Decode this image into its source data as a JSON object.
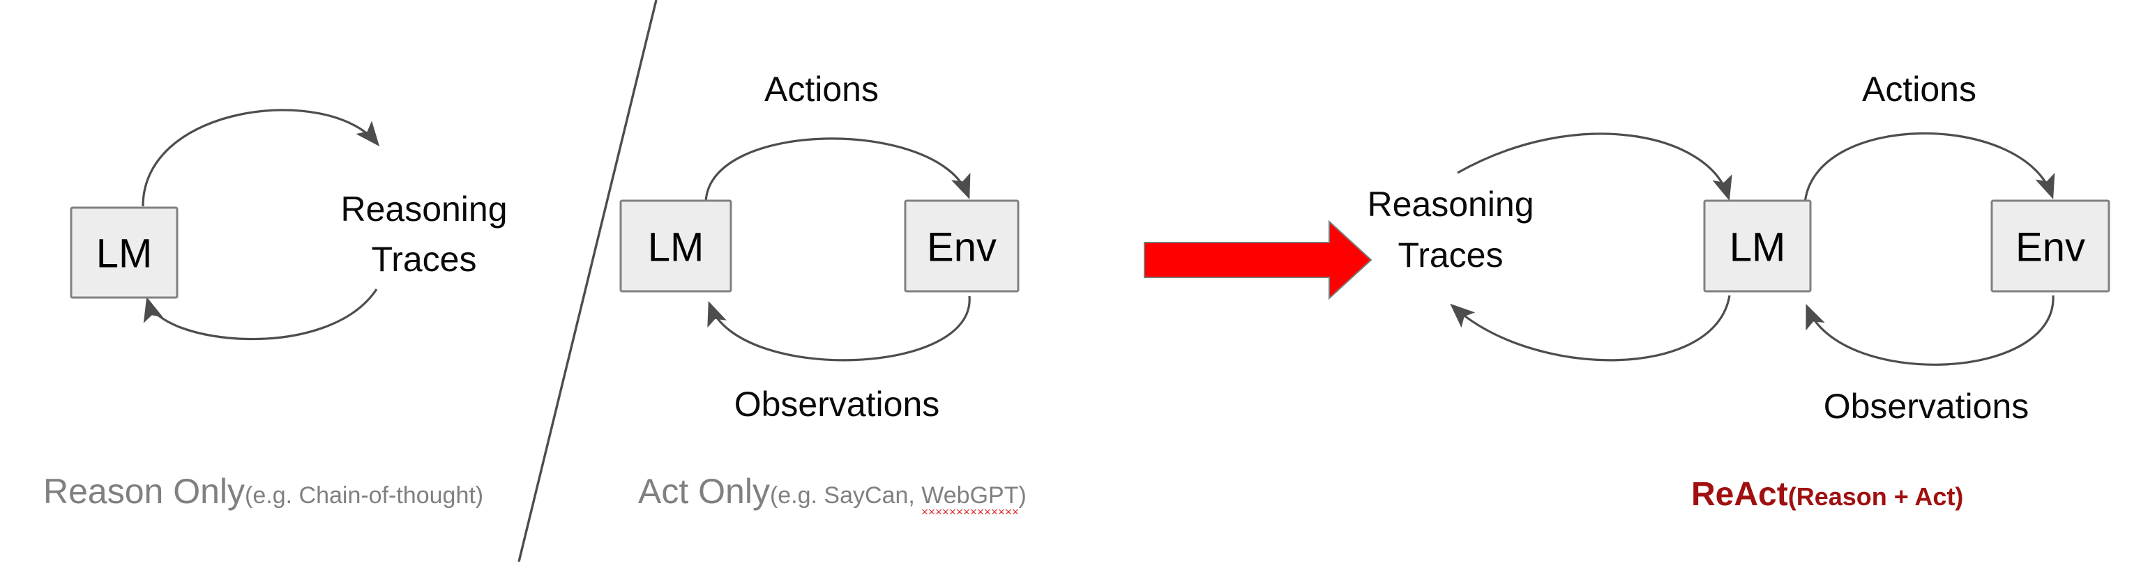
{
  "figure": {
    "title": "ReAct comparison diagram",
    "background_color": "#ffffff"
  },
  "colors": {
    "node_fill": "#ededed",
    "node_stroke": "#808080",
    "edge": "#4d4d4d",
    "big_arrow": "#fe0000",
    "caption_gray": "#808080",
    "react_red": "#a01010",
    "spellcheck_red": "#e02020"
  },
  "panels": [
    {
      "id": "reason-only",
      "caption_main": "Reason Only",
      "caption_sub": "(e.g. Chain-of-thought)",
      "caption_style": "gray",
      "nodes": [
        {
          "id": "lm",
          "label": "LM"
        }
      ],
      "flow_labels": [
        {
          "id": "reasoning-traces",
          "line1": "Reasoning",
          "line2": "Traces"
        }
      ]
    },
    {
      "id": "act-only",
      "caption_main": "Act Only",
      "caption_sub_before": "(e.g. SayCan, ",
      "caption_sub_misspelled": "WebGPT",
      "caption_sub_after": ")",
      "caption_style": "gray",
      "nodes": [
        {
          "id": "lm",
          "label": "LM"
        },
        {
          "id": "env",
          "label": "Env"
        }
      ],
      "flow_labels": [
        {
          "id": "actions",
          "text": "Actions"
        },
        {
          "id": "observations",
          "text": "Observations"
        }
      ]
    },
    {
      "id": "react",
      "caption_main": "ReAct",
      "caption_sub": "(Reason + Act)",
      "caption_style": "red",
      "nodes": [
        {
          "id": "lm",
          "label": "LM"
        },
        {
          "id": "env",
          "label": "Env"
        }
      ],
      "flow_labels": [
        {
          "id": "reasoning-traces",
          "line1": "Reasoning",
          "line2": "Traces"
        },
        {
          "id": "actions",
          "text": "Actions"
        },
        {
          "id": "observations",
          "text": "Observations"
        }
      ]
    }
  ],
  "transition_arrow": {
    "id": "red-transition-arrow",
    "direction": "right",
    "color": "#fe0000"
  }
}
